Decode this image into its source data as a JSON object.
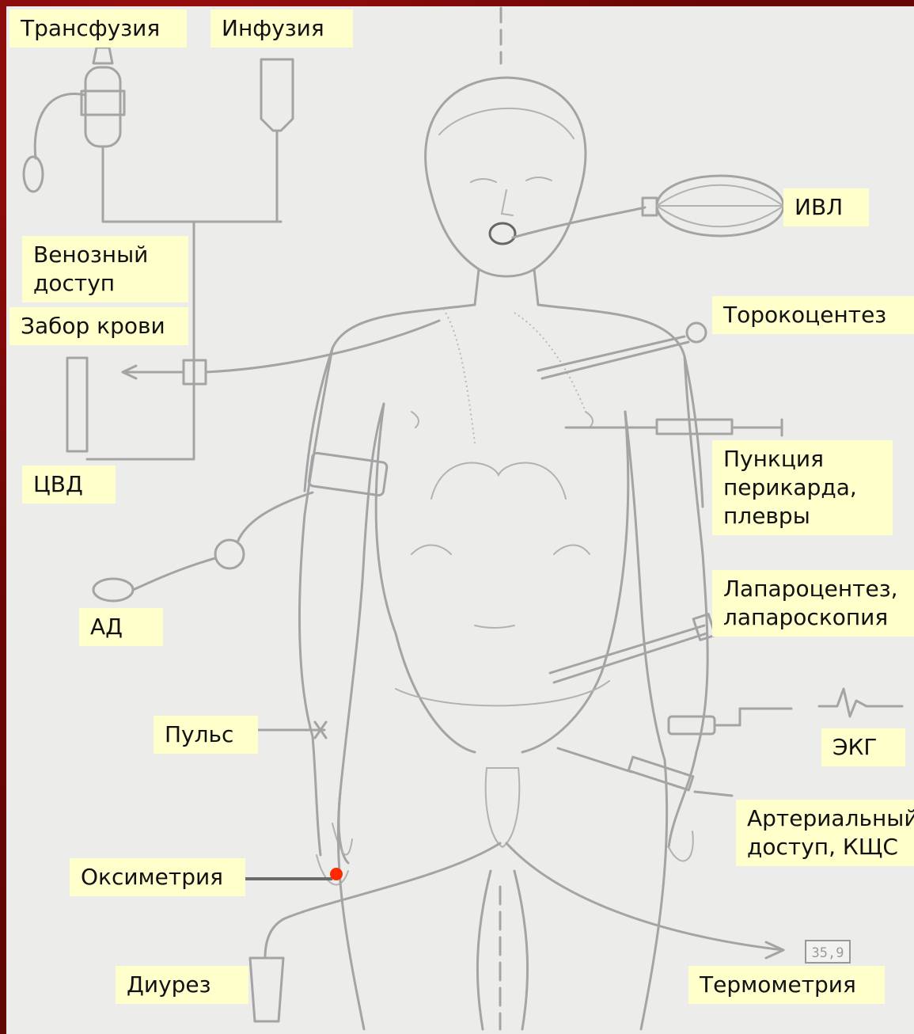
{
  "labels": {
    "transfusion": "Трансфузия",
    "infusion": "Инфузия",
    "venous_access": "Венозный\nдоступ",
    "blood_sampling": "Забор крови",
    "cvp": "ЦВД",
    "blood_pressure": "АД",
    "pulse": "Пульс",
    "oximetry": "Оксиметрия",
    "diuresis": "Диурез",
    "ventilation": "ИВЛ",
    "thoracocentesis": "Торокоцентез",
    "puncture": "Пункция\nперикарда,\nплевры",
    "laparocentesis": "Лапароцентез,\nлапароскопия",
    "ecg": "ЭКГ",
    "arterial_access": "Артериальный\nдоступ, КЩС",
    "thermometry": "Термометрия"
  },
  "thermometer_reading": "35,9",
  "colors": {
    "frame": "#7a0a0a",
    "label_bg": "#ffffcc",
    "oximetry_dot": "#ff2a00",
    "oximetry_line": "#6b6b6b"
  }
}
